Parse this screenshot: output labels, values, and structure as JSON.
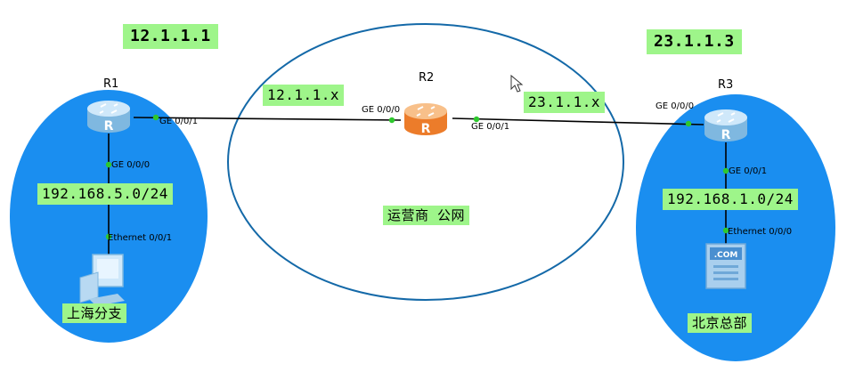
{
  "diagram": {
    "nodes": {
      "r1": {
        "name": "R1",
        "icon": "router-icon",
        "color": "#9ecff0"
      },
      "r2": {
        "name": "R2",
        "icon": "router-icon",
        "color": "#f39a4a"
      },
      "r3": {
        "name": "R3",
        "icon": "router-icon",
        "color": "#9ecff0"
      },
      "pc": {
        "icon": "pc-icon"
      },
      "server": {
        "icon": "server-icon",
        "badge": ".COM"
      }
    },
    "public_ips": {
      "r1": "12.1.1.1",
      "r3": "23.1.1.3"
    },
    "subnets": {
      "r1_r2": "12.1.1.x",
      "r2_r3": "23.1.1.x",
      "shanghai_lan": "192.168.5.0/24",
      "beijing_lan": "192.168.1.0/24"
    },
    "ports": {
      "r1_to_r2": "GE 0/0/1",
      "r1_to_pc": "GE 0/0/0",
      "pc": "Ethernet 0/0/1",
      "r2_left": "GE 0/0/0",
      "r2_right": "GE 0/0/1",
      "r3_to_r2": "GE 0/0/0",
      "r3_to_server": "GE 0/0/1",
      "server": "Ethernet 0/0/0"
    },
    "regions": {
      "shanghai": "上海分支",
      "isp": "运营商 公网",
      "beijing": "北京总部"
    },
    "colors": {
      "site_fill": "#1a8ef0",
      "link": "#000000",
      "port_dot": "#2ec82e",
      "label_bg": "#9ef58a",
      "isp_ring": "#1469a8"
    }
  }
}
